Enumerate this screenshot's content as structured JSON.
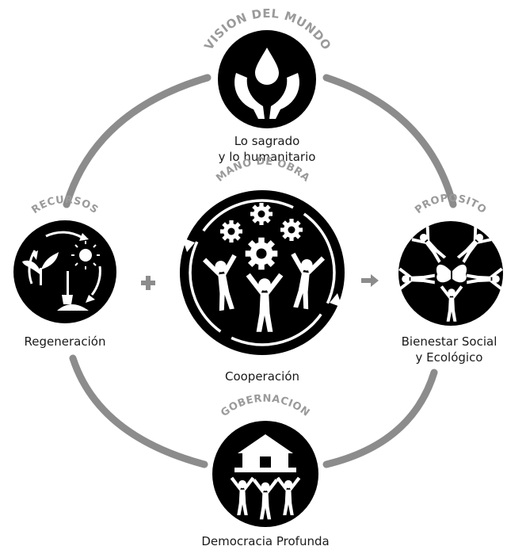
{
  "nodes": {
    "vision": {
      "title": "VISION DEL MUNDO",
      "caption_line1": "Lo sagrado",
      "caption_line2": "y lo humanitario",
      "icon": "hands-water-drop-icon"
    },
    "recursos": {
      "title": "RECURSOS",
      "caption_line1": "Regeneración",
      "icon": "plant-sun-shovel-cycle-icon"
    },
    "mano_de_obra": {
      "title": "MANO DE OBRA",
      "caption_line1": "Cooperación",
      "icon": "people-gears-cycle-icon"
    },
    "proposito": {
      "title": "PROPOSITO",
      "caption_line1": "Bienestar Social",
      "caption_line2": "y Ecológico",
      "icon": "people-butterfly-icon"
    },
    "gobernacion": {
      "title": "GOBERNACION",
      "caption_line1": "Democracia Profunda",
      "icon": "people-holding-house-icon"
    }
  },
  "connectors": {
    "plus_symbol": "plus-icon",
    "arrow_symbol": "arrow-right-icon"
  },
  "colors": {
    "ring": "#8c8c8c",
    "badge": "#000000",
    "title": "#9a9a9a",
    "caption": "#1a1a1a"
  }
}
